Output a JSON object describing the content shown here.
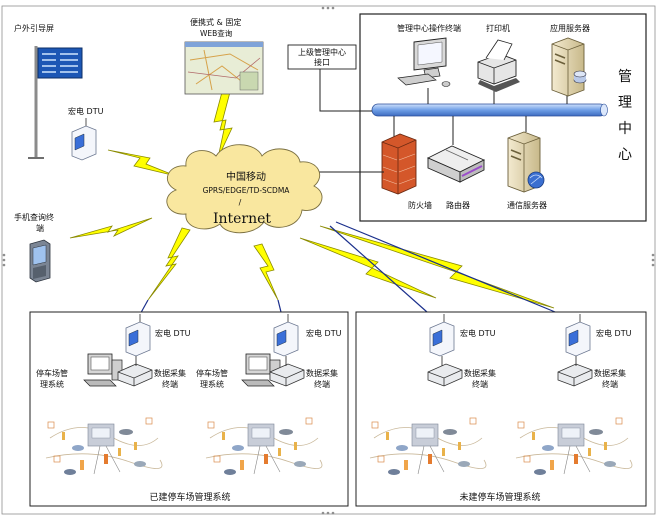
{
  "outdoor_screen": "户外引导屏",
  "portable": [
    "便携式 & 固定",
    "WEB查询"
  ],
  "upper_center": [
    "上级管理中心",
    "接口"
  ],
  "operator_terminal": "管理中心操作终端",
  "printer": "打印机",
  "app_server": "应用服务器",
  "mgmt_center": [
    "管",
    "理",
    "中",
    "心"
  ],
  "firewall": "防火墙",
  "router": "路由器",
  "comm_server": "通信服务器",
  "dtu": "宏电 DTU",
  "cloud": [
    "中国移动",
    "GPRS/EDGE/TD-SCDMA",
    "/",
    "Internet"
  ],
  "phone": [
    "手机查询终",
    "端"
  ],
  "lot_pc": [
    "停车场管",
    "理系统"
  ],
  "collector": [
    "数据采集",
    "终端"
  ],
  "built_system": "已建停车场管理系统",
  "unbuilt_system": "未建停车场管理系统",
  "colors": {
    "bolt": "#ffff00",
    "cloud": "#f9e79f",
    "bus": "#7aa7e8",
    "line": "#1a2f8c"
  }
}
